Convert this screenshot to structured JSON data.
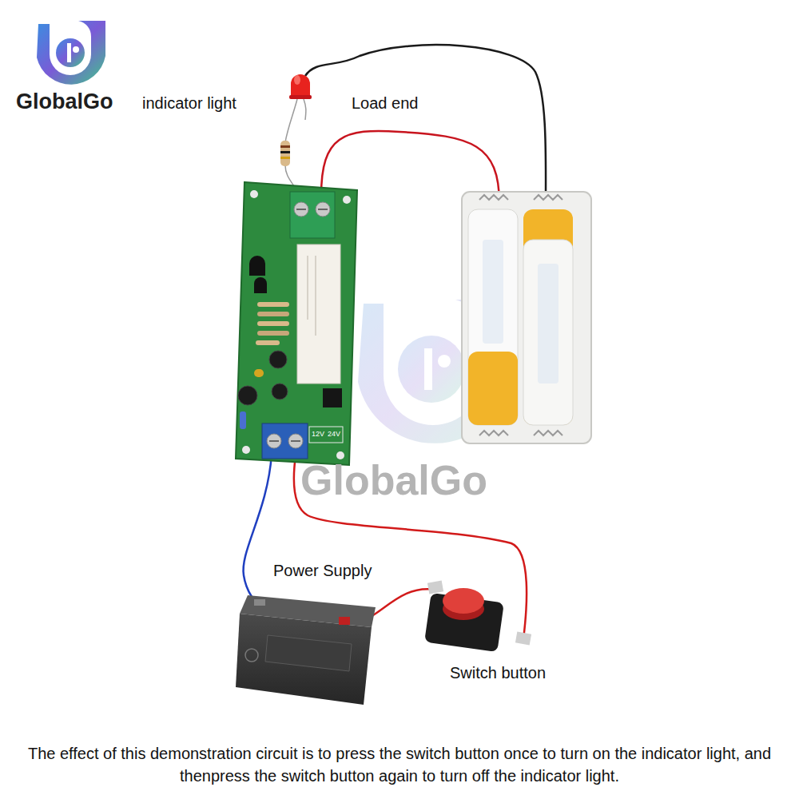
{
  "diagram": {
    "caption": "The effect of this demonstration circuit is to press the switch button once to turn on the indicator light, and thenpress the switch button again to turn off the indicator light.",
    "labels": [
      "GlobalGo",
      "indicator light",
      "Load end",
      "Power Supply",
      "Switch button",
      "GlobalGo",
      "12V",
      "24V"
    ]
  }
}
